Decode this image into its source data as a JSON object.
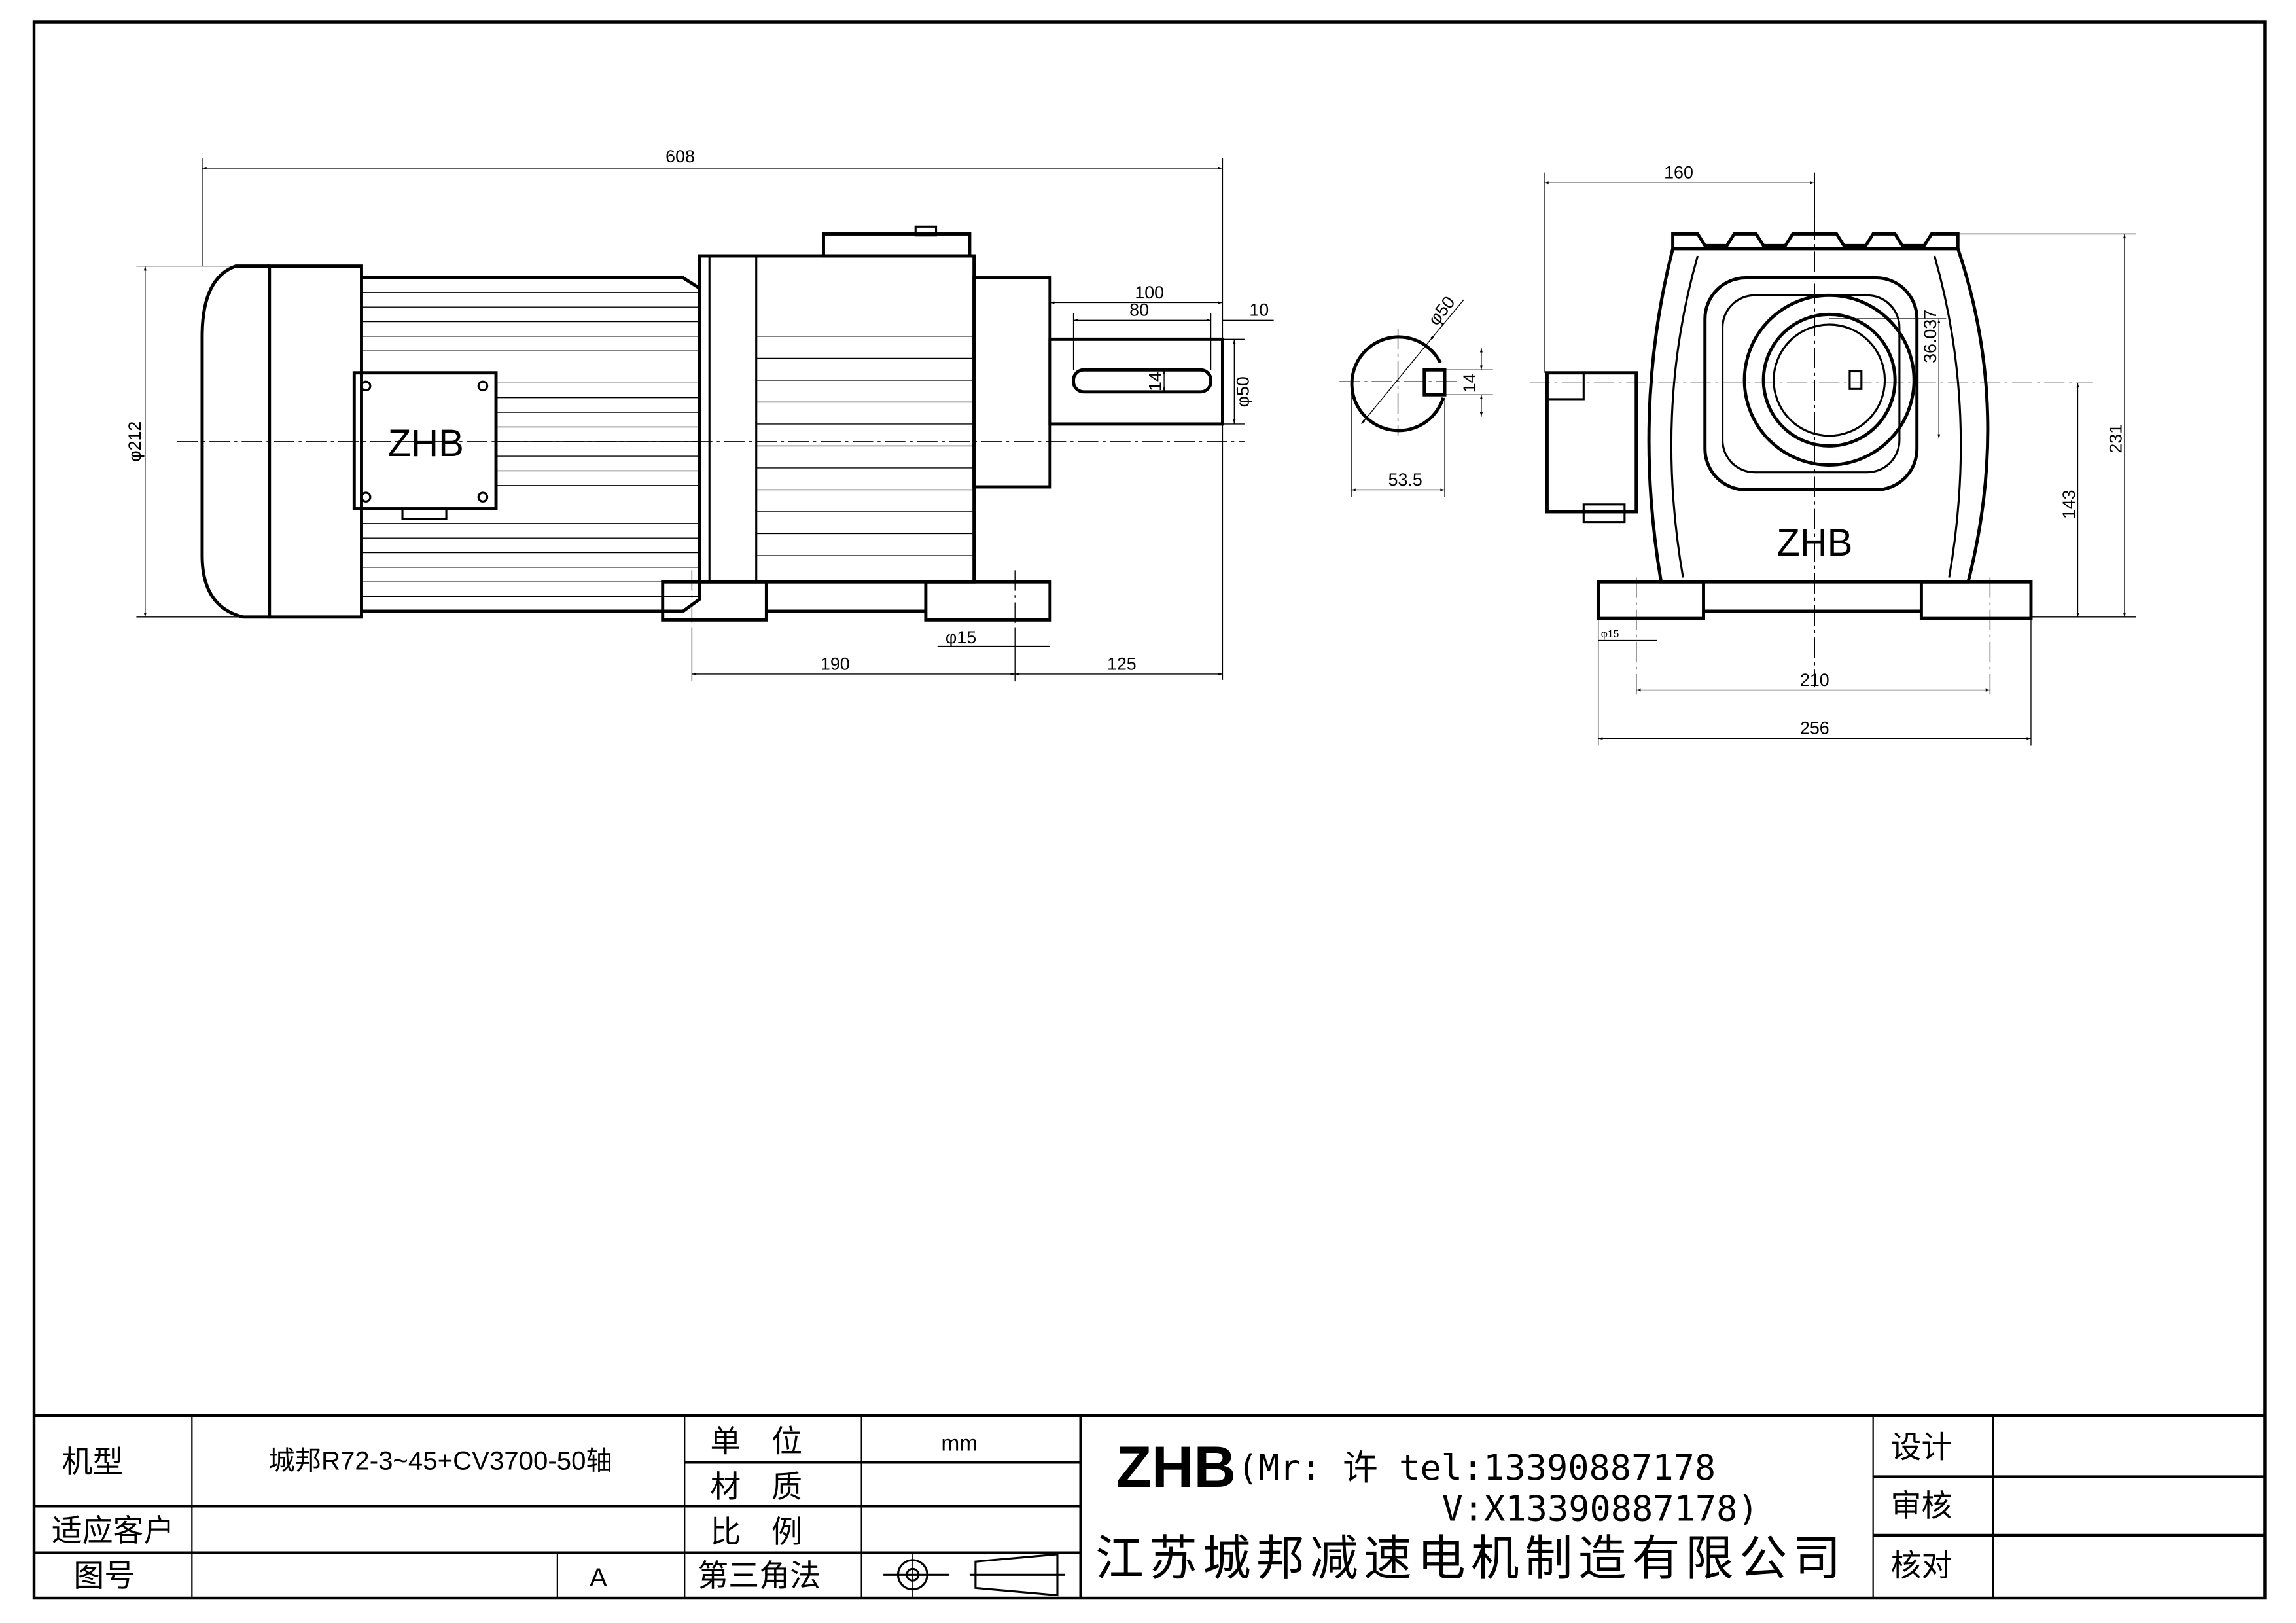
{
  "drawing": {
    "brand_mark": "ZHB",
    "front_view": {
      "dims": {
        "overall_length": "608",
        "shaft_length": "100",
        "key_length": "80",
        "key_offset": "10",
        "key_width": "14",
        "shaft_diameter": "φ50",
        "motor_diameter": "φ212",
        "foot_spacing": "190",
        "foot_to_shaft_end": "125",
        "foot_hole": "φ15"
      }
    },
    "section_view": {
      "dims": {
        "shaft_diameter": "φ50",
        "key_width": "14",
        "key_height": "53.5"
      }
    },
    "side_view": {
      "dims": {
        "flange_offset": "160",
        "total_height": "231",
        "shaft_height": "143",
        "bore_offset": "36.037",
        "foot_hole_spacing": "210",
        "foot_width": "256",
        "foot_hole": "φ15"
      }
    }
  },
  "title_block": {
    "model_label": "机型",
    "model_value": "城邦R72-3~45+CV3700-50轴",
    "customer_label": "适应客户",
    "customer_value": "",
    "drawing_no_label": "图号",
    "drawing_no_value": "",
    "revision": "A",
    "unit_label": "单　位",
    "unit_value": "mm",
    "material_label": "材　质",
    "material_value": "",
    "scale_label": "比　例",
    "scale_value": "",
    "projection_label": "第三角法",
    "company_logo": "ZHB",
    "contact_line1": "(Mr: 许 tel:13390887178",
    "contact_line2": "V:X13390887178)",
    "company_name": "江苏城邦减速电机制造有限公司",
    "design_label": "设计",
    "review_label": "审核",
    "check_label": "核对"
  }
}
